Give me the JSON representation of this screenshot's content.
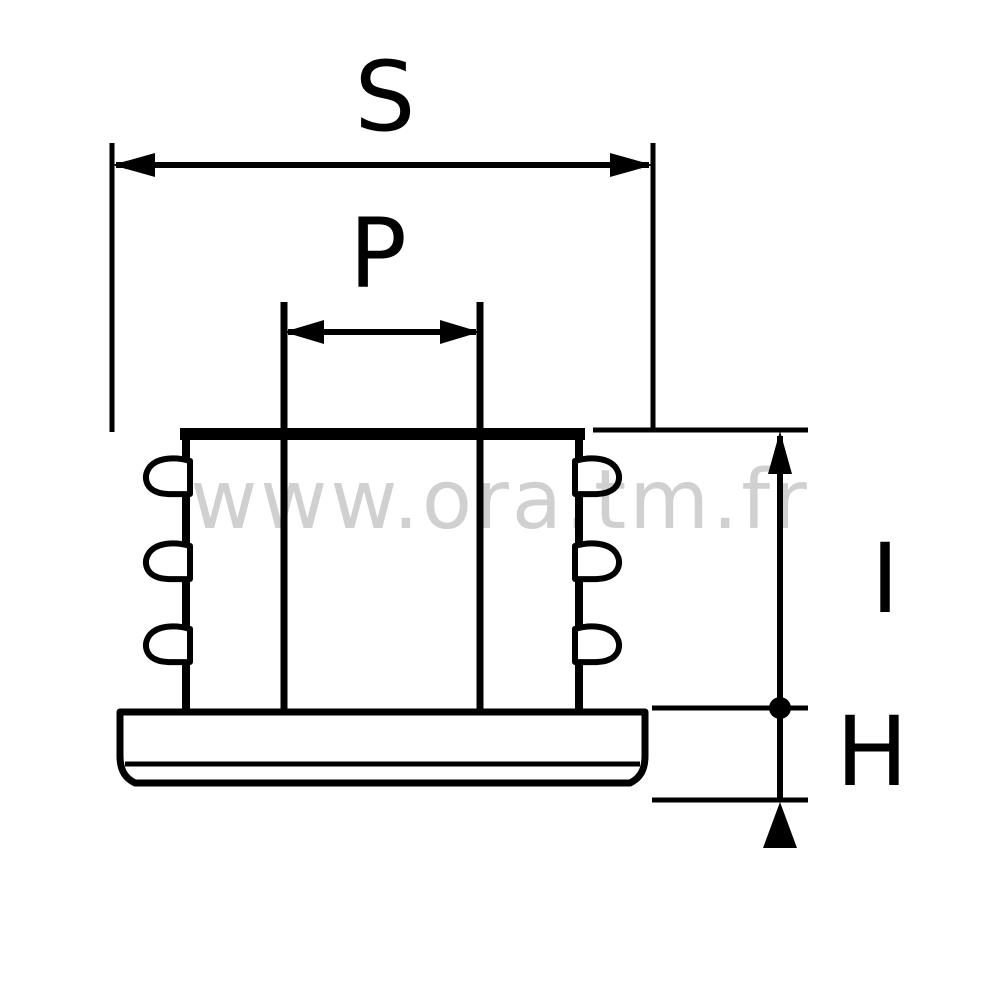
{
  "labels": {
    "s": "S",
    "p": "P",
    "i": "I",
    "h": "H"
  },
  "watermark": {
    "text": "www.ora.tm.fr",
    "color": "#c8c8c8"
  },
  "colors": {
    "line": "#000000",
    "background": "#ffffff"
  }
}
